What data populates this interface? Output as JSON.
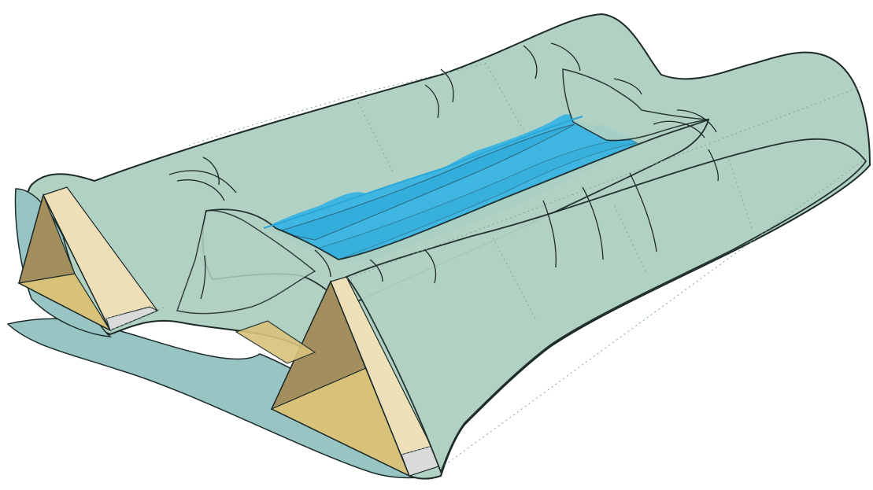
{
  "colors": {
    "background": "#ffffff",
    "tarp_ground": "#98c5c3",
    "tarp_ground_dark": "#8fbfbd",
    "tarp_walls": "#b1d1c2",
    "tarp_outline": "#1d2a2a",
    "water": "#3fb6e2",
    "water_dark": "#2aa7d8",
    "wood_light": "#eedfb8",
    "wood_mid": "#d8c27a",
    "wood_dark": "#a38f5d",
    "foot_gray": "#dadada",
    "seam": "#7ea79b"
  },
  "components": {
    "frames": [
      "left-triangle-frame",
      "right-triangle-frame"
    ],
    "cover": "plastic-sheet",
    "contents": "water"
  }
}
